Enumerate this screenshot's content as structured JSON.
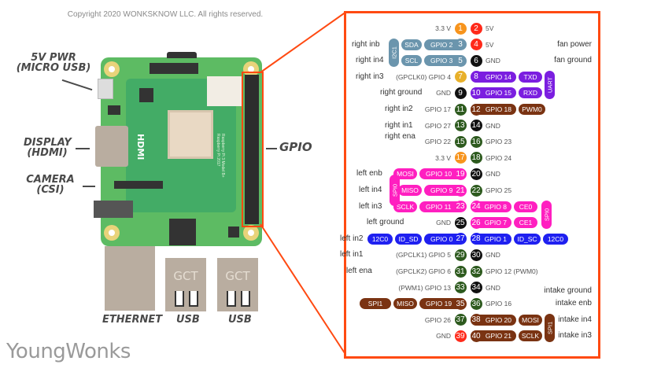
{
  "copyright": "Copyright 2020 WONKSKNOW LLC. All rights reserved.",
  "brand": "YoungWonks",
  "hardware_labels": {
    "power": [
      "5V PWR",
      "(MICRO USB)"
    ],
    "display": [
      "DISPLAY",
      "(HDMI)"
    ],
    "camera": [
      "CAMERA",
      "(CSI)"
    ],
    "gpio": "GPIO",
    "ethernet": "ETHERNET",
    "usb1": "USB",
    "usb2": "USB",
    "gct1": "GCT",
    "gct2": "GCT",
    "hdmi_silk": "HDMI",
    "board_silk": [
      "Raspberry Pi 3 Model B+",
      "Raspberry Pi 2017"
    ]
  },
  "colors": {
    "accent_border": "#ff4a12",
    "power_3v3": "#f7941d",
    "power_5v": "#ff2a1a",
    "ground": "#111111",
    "gpio_generic": "#2d5a1e",
    "gpio_special": "#e8b02a",
    "i2c": "#6b95ad",
    "uart": "#7b1ee0",
    "pwm_spi1": "#7a3312",
    "spi0": "#ff1fc0",
    "eeprom": "#1f20f0"
  },
  "pins": [
    {
      "n": "1",
      "color": "power_3v3",
      "label": "3.3 V"
    },
    {
      "n": "2",
      "color": "power_5v",
      "label": "5V"
    },
    {
      "n": "3",
      "color": "i2c",
      "label": "GPIO 2",
      "tags": [
        "SDA"
      ]
    },
    {
      "n": "4",
      "color": "power_5v",
      "label": "5V"
    },
    {
      "n": "5",
      "color": "i2c",
      "label": "GPIO 3",
      "tags": [
        "SCL"
      ]
    },
    {
      "n": "6",
      "color": "ground",
      "label": "GND"
    },
    {
      "n": "7",
      "color": "gpio_special",
      "label": "(GPCLK0) GPIO 4"
    },
    {
      "n": "8",
      "color": "uart",
      "label": "GPIO 14",
      "tags": [
        "TXD"
      ]
    },
    {
      "n": "9",
      "color": "ground",
      "label": "GND"
    },
    {
      "n": "10",
      "color": "uart",
      "label": "GPIO 15",
      "tags": [
        "RXD"
      ]
    },
    {
      "n": "11",
      "color": "gpio_generic",
      "label": "GPIO 17"
    },
    {
      "n": "12",
      "color": "pwm_spi1",
      "label": "GPIO 18",
      "tags": [
        "PWM0"
      ]
    },
    {
      "n": "13",
      "color": "gpio_generic",
      "label": "GPIO 27"
    },
    {
      "n": "14",
      "color": "ground",
      "label": "GND"
    },
    {
      "n": "15",
      "color": "gpio_generic",
      "label": "GPIO 22"
    },
    {
      "n": "16",
      "color": "gpio_generic",
      "label": "GPIO 23"
    },
    {
      "n": "17",
      "color": "power_3v3",
      "label": "3.3 V"
    },
    {
      "n": "18",
      "color": "gpio_generic",
      "label": "GPIO 24"
    },
    {
      "n": "19",
      "color": "spi0",
      "label": "GPIO 10",
      "tags": [
        "MOSI"
      ]
    },
    {
      "n": "20",
      "color": "ground",
      "label": "GND"
    },
    {
      "n": "21",
      "color": "spi0",
      "label": "GPIO 9",
      "tags": [
        "MISO"
      ]
    },
    {
      "n": "22",
      "color": "gpio_generic",
      "label": "GPIO 25"
    },
    {
      "n": "23",
      "color": "spi0",
      "label": "GPIO 11",
      "tags": [
        "SCLK"
      ]
    },
    {
      "n": "24",
      "color": "spi0",
      "label": "GPIO 8",
      "tags": [
        "CE0"
      ]
    },
    {
      "n": "25",
      "color": "ground",
      "label": "GND"
    },
    {
      "n": "26",
      "color": "spi0",
      "label": "GPIO 7",
      "tags": [
        "CE1"
      ]
    },
    {
      "n": "27",
      "color": "eeprom",
      "label": "GPIO 0",
      "tags": [
        "ID_SD",
        "12C0"
      ]
    },
    {
      "n": "28",
      "color": "eeprom",
      "label": "GPIO 1",
      "tags": [
        "ID_SC",
        "12C0"
      ]
    },
    {
      "n": "29",
      "color": "gpio_generic",
      "label": "(GPCLK1) GPIO 5"
    },
    {
      "n": "30",
      "color": "ground",
      "label": "GND"
    },
    {
      "n": "31",
      "color": "gpio_generic",
      "label": "(GPCLK2) GPIO 6"
    },
    {
      "n": "32",
      "color": "gpio_generic",
      "label": "GPIO 12 (PWM0)"
    },
    {
      "n": "33",
      "color": "gpio_generic",
      "label": "(PWM1) GPIO 13"
    },
    {
      "n": "34",
      "color": "ground",
      "label": "GND"
    },
    {
      "n": "35",
      "color": "pwm_spi1",
      "label": "GPIO 19",
      "tags": [
        "MISO",
        "SPI1"
      ]
    },
    {
      "n": "36",
      "color": "gpio_generic",
      "label": "GPIO 16"
    },
    {
      "n": "37",
      "color": "gpio_generic",
      "label": "GPIO  26"
    },
    {
      "n": "38",
      "color": "pwm_spi1",
      "label": "GPIO 20",
      "tags": [
        "MOSI"
      ]
    },
    {
      "n": "39",
      "color": "power_5v",
      "label": "GND"
    },
    {
      "n": "40",
      "color": "pwm_spi1",
      "label": "GPIO 21",
      "tags": [
        "SCLK"
      ]
    }
  ],
  "group_labels": {
    "i2c1": "I2C1",
    "uart": "UART",
    "spi0_left": "SPI0",
    "spi0_right": "SPI0",
    "spi1": "SPI1"
  },
  "function_labels": {
    "left": [
      {
        "row": 2,
        "text": "right inb"
      },
      {
        "row": 3,
        "text": "right in4"
      },
      {
        "row": 4,
        "text": "right in3"
      },
      {
        "row": 5,
        "text": "right ground"
      },
      {
        "row": 6,
        "text": "right in2"
      },
      {
        "row": 7,
        "text": "right in1"
      },
      {
        "row": 7.7,
        "text": "right ena"
      },
      {
        "row": 10,
        "text": "left enb"
      },
      {
        "row": 11,
        "text": "left in4"
      },
      {
        "row": 12,
        "text": "left in3"
      },
      {
        "row": 13,
        "text": "left ground"
      },
      {
        "row": 14,
        "text": "left in2"
      },
      {
        "row": 15,
        "text": "left in1"
      },
      {
        "row": 16,
        "text": "left ena"
      }
    ],
    "right": [
      {
        "row": 2,
        "text": "fan power"
      },
      {
        "row": 3,
        "text": "fan ground"
      },
      {
        "row": 17.2,
        "text": "intake ground"
      },
      {
        "row": 18,
        "text": "intake enb"
      },
      {
        "row": 19,
        "text": "intake in4"
      },
      {
        "row": 20,
        "text": "intake in3"
      }
    ]
  }
}
